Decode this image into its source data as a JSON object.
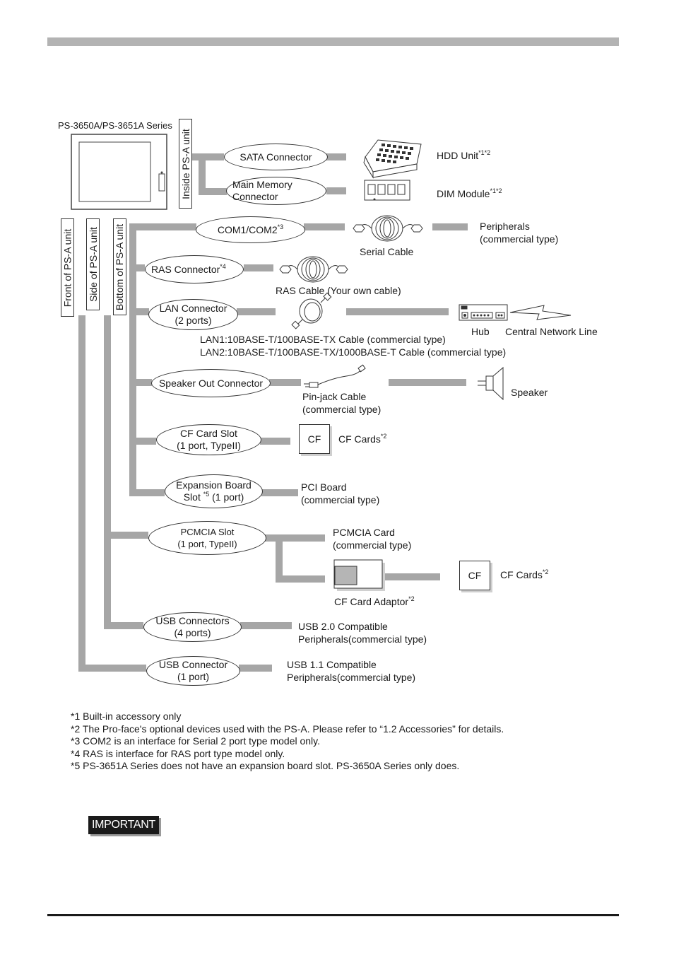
{
  "device": {
    "model_label": "PS-3650A/PS-3651A Series"
  },
  "units": {
    "inside": "Inside PS-A unit",
    "front": "Front of PS-A unit",
    "side": "Side of PS-A unit",
    "bottom": "Bottom of PS-A unit"
  },
  "connectors": {
    "sata": "SATA Connector",
    "memory_1": "Main Memory",
    "memory_2": "Connector",
    "com": "COM1/COM2",
    "com_note": "*3",
    "ras": "RAS Connector",
    "ras_note": "*4",
    "lan_1": "LAN Connector",
    "lan_2": "(2 ports)",
    "speaker": "Speaker Out Connector",
    "cf_1": "CF Card Slot",
    "cf_2": "(1 port, TypeII)",
    "exp_1": "Expansion Board",
    "exp_2a": "Slot",
    "exp_note": "*5",
    "exp_2b": "(1 port)",
    "pcmcia_1": "PCMCIA Slot",
    "pcmcia_2": "(1 port, TypeII)",
    "usb4_1": "USB Connectors",
    "usb4_2": "(4 ports)",
    "usb1_1": "USB Connector",
    "usb1_2": "(1 port)"
  },
  "devices": {
    "hdd": "HDD Unit",
    "hdd_note": "*1*2",
    "dim": "DIM Module",
    "dim_note": "*1*2",
    "serial_cable": "Serial Cable",
    "peripherals_1": "Peripherals",
    "peripherals_2": "(commercial type)",
    "ras_cable": "RAS Cable (Your own cable)",
    "hub": "Hub",
    "network": "Central Network Line",
    "lan1_cable": "LAN1:10BASE-T/100BASE-TX Cable (commercial type)",
    "lan2_cable": "LAN2:10BASE-T/100BASE-TX/1000BASE-T Cable (commercial type)",
    "pinjack_1": "Pin-jack Cable",
    "pinjack_2": "(commercial type)",
    "speaker": "Speaker",
    "cf_box": "CF",
    "cf_cards": "CF Cards",
    "cf_cards_note": "*2",
    "pci_1": "PCI Board",
    "pci_2": "(commercial type)",
    "pcmcia_card_1": "PCMCIA Card",
    "pcmcia_card_2": "(commercial type)",
    "cf_box_2": "CF",
    "cf_cards_2": "CF Cards",
    "cf_cards_2_note": "*2",
    "cf_adaptor": "CF Card Adaptor",
    "cf_adaptor_note": "*2",
    "usb20_1": "USB 2.0 Compatible",
    "usb20_2": "Peripherals(commercial type)",
    "usb11_1": "USB 1.1 Compatible",
    "usb11_2": "Peripherals(commercial type)"
  },
  "notes": [
    "*1 Built-in accessory only",
    "*2 The Pro-face's optional devices used with the PS-A.  Please refer to  “1.2 Accessories” for details.",
    "*3 COM2 is an interface for Serial 2 port type model only.",
    "*4 RAS is interface for RAS port type model only.",
    "*5 PS-3651A Series does not have an expansion board slot. PS-3650A Series only does."
  ],
  "important_label": "IMPORTANT",
  "colors": {
    "wire": "#a6a6a6",
    "rule": "#1a1a1a",
    "top_bar": "#b3b3b3"
  }
}
